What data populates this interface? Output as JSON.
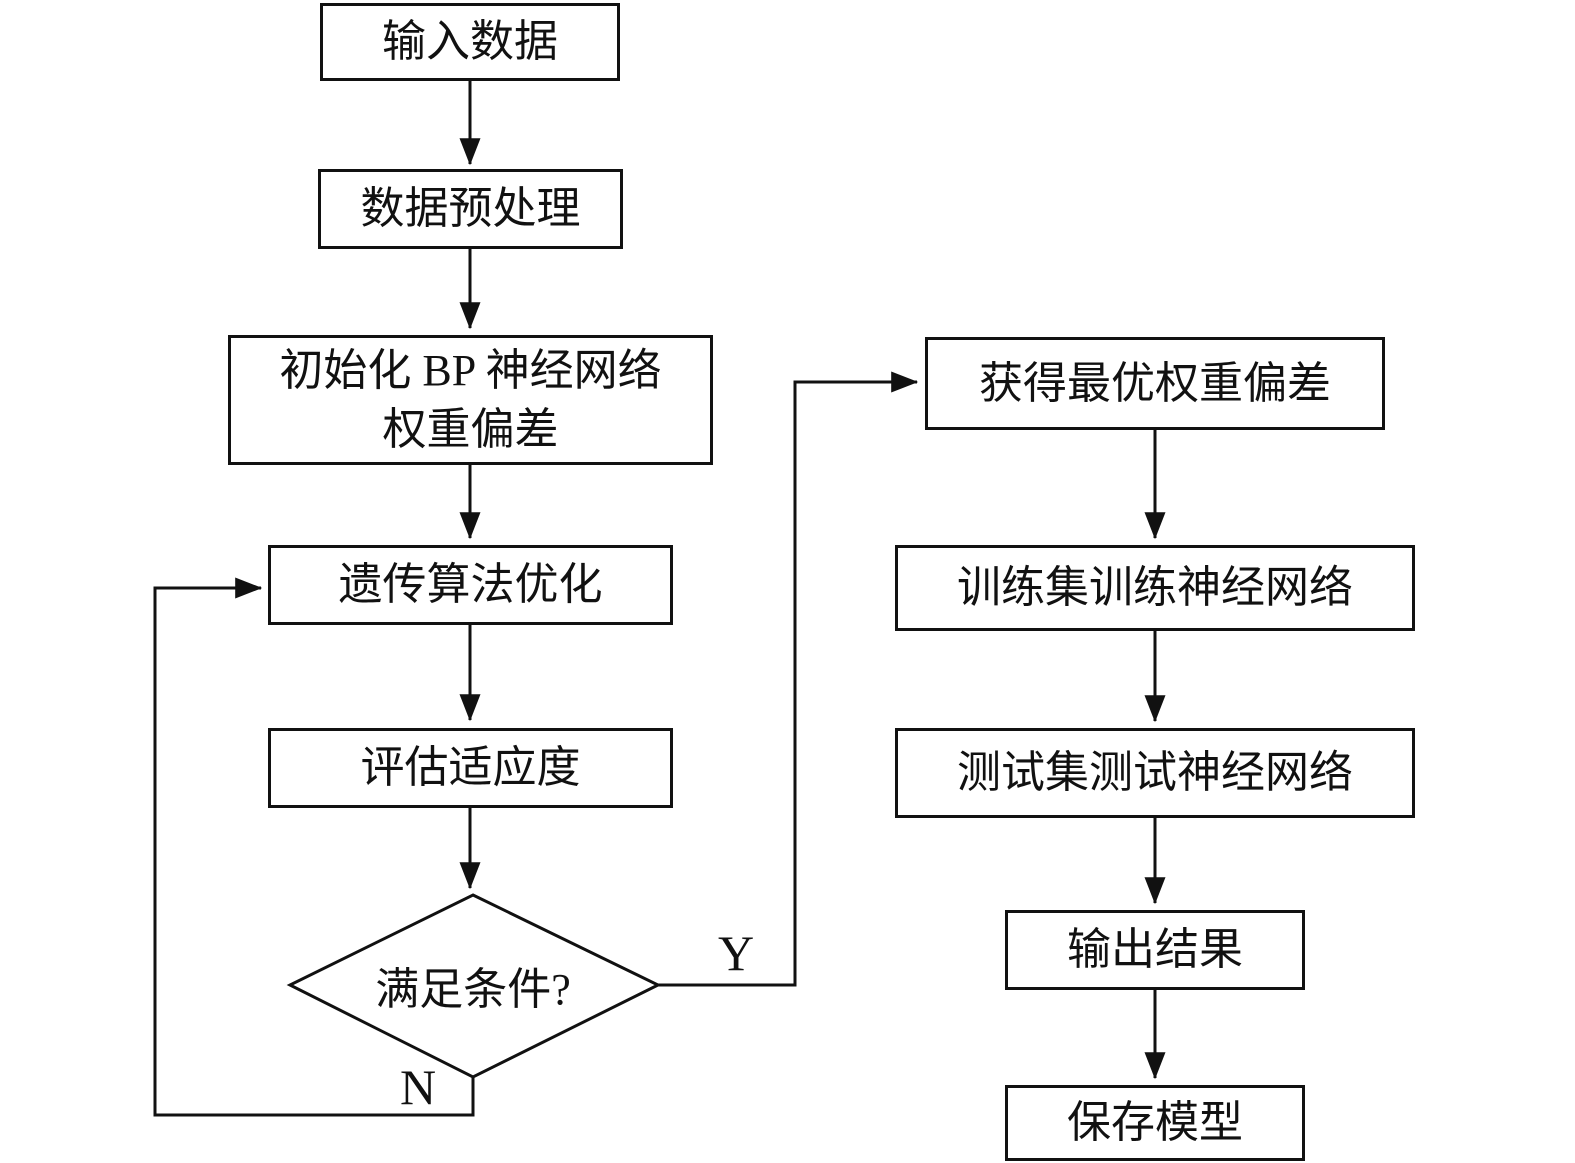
{
  "diagram": {
    "colors": {
      "stroke": "#111111",
      "background": "#ffffff"
    },
    "nodes": {
      "input_data": {
        "label": "输入数据"
      },
      "preprocess": {
        "label": "数据预处理"
      },
      "init_bp": {
        "line1": "初始化 BP 神经网络",
        "line2": "权重偏差"
      },
      "ga_optimize": {
        "label": "遗传算法优化"
      },
      "evaluate_fitness": {
        "label": "评估适应度"
      },
      "condition": {
        "label": "满足条件?"
      },
      "get_optimal": {
        "label": "获得最优权重偏差"
      },
      "train": {
        "label": "训练集训练神经网络"
      },
      "test": {
        "label": "测试集测试神经网络"
      },
      "output": {
        "label": "输出结果"
      },
      "save": {
        "label": "保存模型"
      }
    },
    "edge_labels": {
      "yes": "Y",
      "no": "N"
    }
  }
}
